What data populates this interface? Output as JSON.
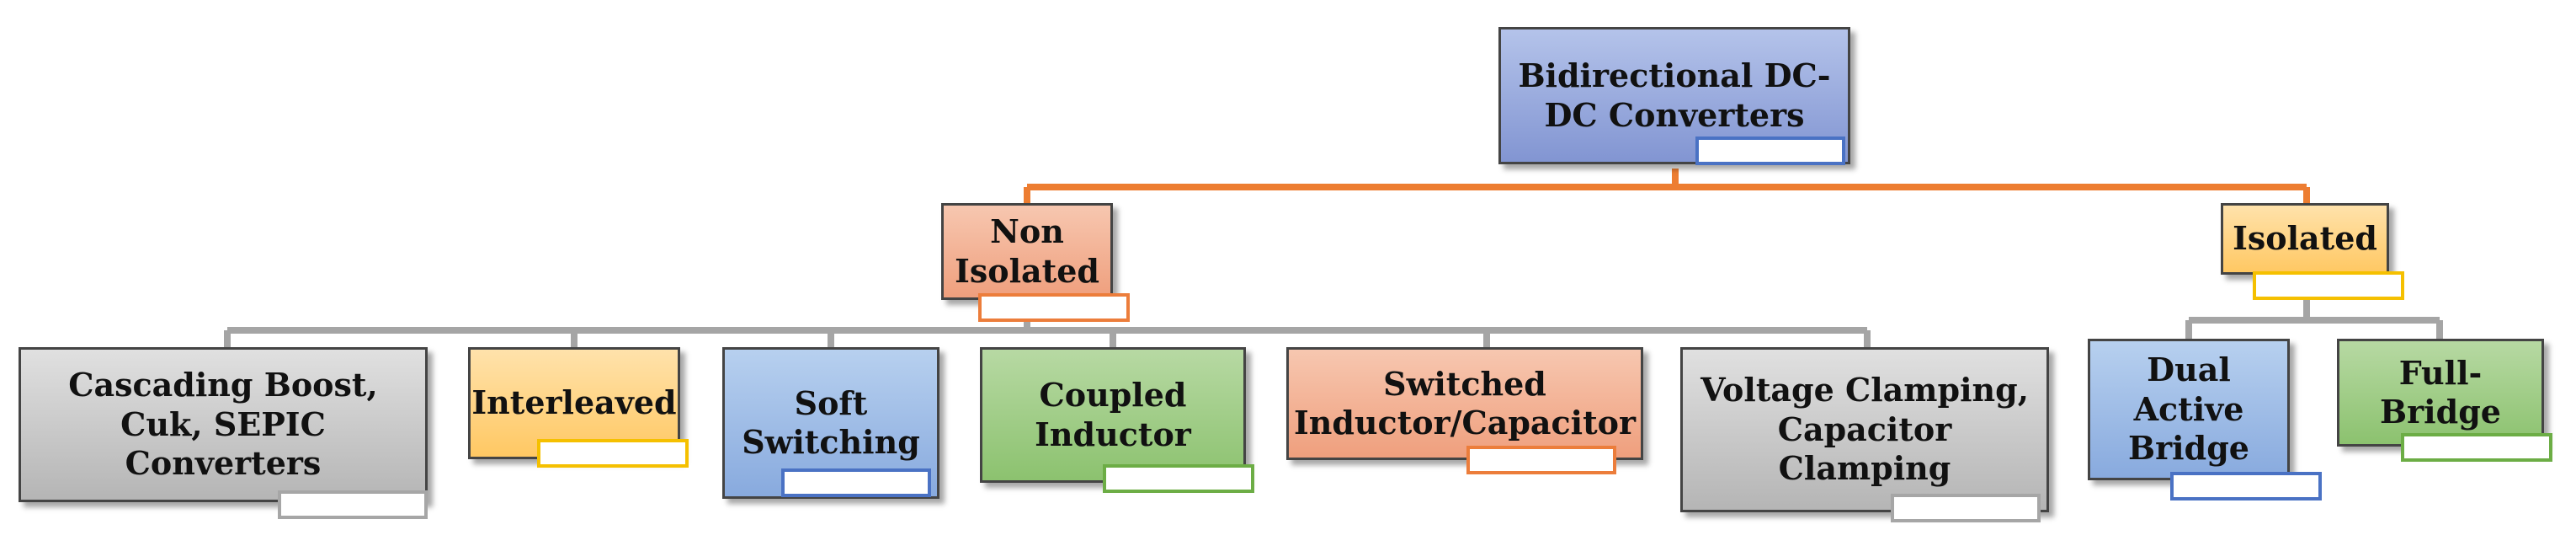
{
  "diagram": {
    "type": "hierarchy",
    "root": {
      "label": "Bidirectional DC-\nDC Converters"
    },
    "branches": [
      {
        "label": "Non\nIsolated",
        "children": [
          {
            "label": "Cascading Boost,\nCuk, SEPIC\nConverters"
          },
          {
            "label": "Interleaved"
          },
          {
            "label": "Soft\nSwitching"
          },
          {
            "label": "Coupled\nInductor"
          },
          {
            "label": "Switched\nInductor/Capacitor"
          },
          {
            "label": "Voltage Clamping,\nCapacitor\nClamping"
          }
        ]
      },
      {
        "label": "Isolated",
        "children": [
          {
            "label": "Dual\nActive\nBridge"
          },
          {
            "label": "Full-\nBridge"
          }
        ]
      }
    ]
  },
  "colors": {
    "orange_connector": "#ED7D31",
    "gray_connector": "#A5A5A5"
  }
}
